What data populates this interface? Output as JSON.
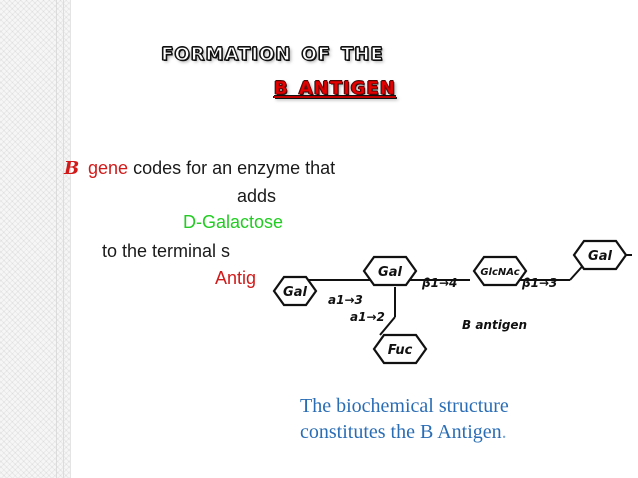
{
  "title": {
    "line1": "Formation of the",
    "line2": "B Antigen"
  },
  "body": {
    "bullet": "B",
    "gene_word": "gene",
    "line1_rest": "codes for an enzyme that",
    "line2": "adds",
    "line3": "D-Galactose",
    "line4": "to the terminal s",
    "line5": "Antig"
  },
  "diagram": {
    "residues": {
      "gal_left": "Gal",
      "gal_center": "Gal",
      "glcnac": "GlcNAc",
      "gal_right": "Gal",
      "fuc": "Fuc"
    },
    "linkages": {
      "a1_3": "a1→3",
      "a1_2": "a1→2",
      "b1_4": "β1→4",
      "b1_3": "β1→3"
    },
    "label": "B antigen"
  },
  "caption": {
    "line1": "The biochemical structure",
    "line2": "constitutes the B Antigen",
    "period": "."
  },
  "colors": {
    "red": "#d11a1a",
    "green": "#22cc22",
    "blue": "#2a6db5"
  }
}
